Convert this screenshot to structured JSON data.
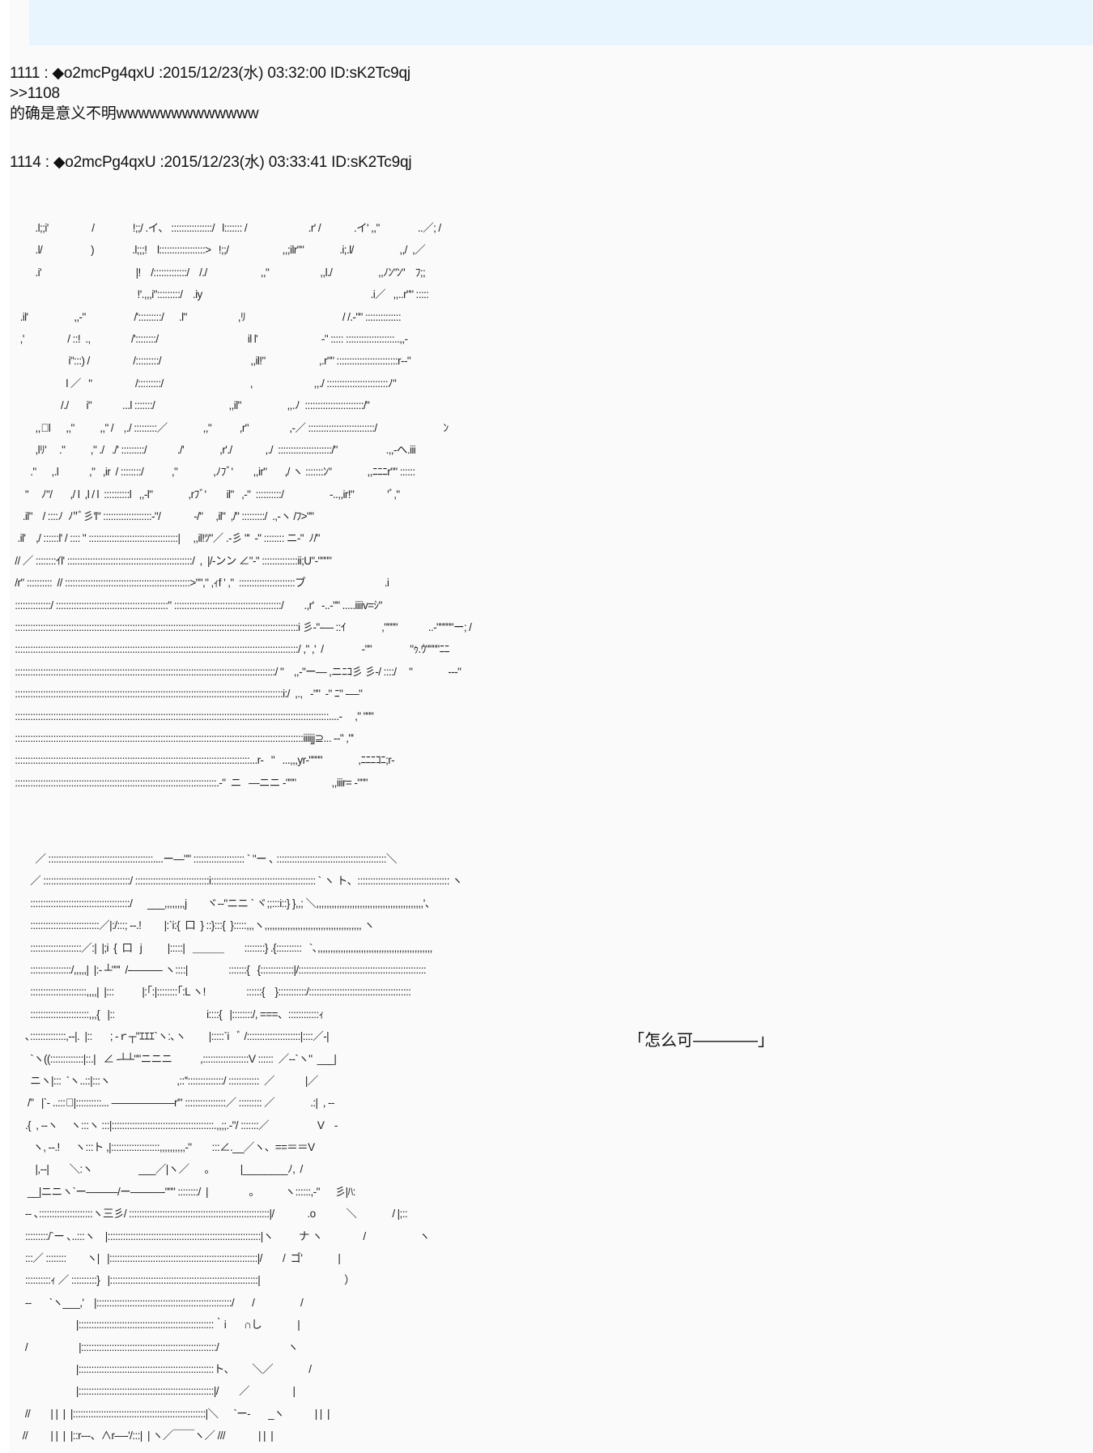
{
  "page": {
    "background": "#fafafa",
    "top_bar_color": "#e8f5fe"
  },
  "posts": [
    {
      "header": "1111 : ◆o2mcPg4qxU :2015/12/23(水) 03:32:00 ID:sK2Tc9qj",
      "number": "1111",
      "trip": "◆o2mcPg4qxU",
      "date": "2015/12/23(水) 03:32:00",
      "id": "ID:sK2Tc9qj",
      "body": [
        ">>1108",
        "的确是意义不明wwwwwwwwwwwww"
      ]
    },
    {
      "header": "1114 : ◆o2mcPg4qxU :2015/12/23(水) 03:33:41 ID:sK2Tc9qj",
      "number": "1114",
      "trip": "◆o2mcPg4qxU",
      "date": "2015/12/23(水) 03:33:41",
      "id": "ID:sK2Tc9qj"
    }
  ],
  "aa_top": [
    "          .l;;i'                 /               !;;/ .イ、 ::::::::::::::::/   l::::::: /                        .r' /             .イ' ,,\"               ..／; /",
    "          .l/                   )               .l;;;!    l::::::::::::::::::>   !;;/                     ,,;ilr\"\"              .i;.l/                  ,,/  ,／",
    "          .i'                                     |!    /:::::::::::::/    /./                     ,,\"                    ,,l./                  ,,ﾉﾝ\"ﾝ\"    ﾌ;;",
    "                                                  !'.,,,i\":::::::::/    .iy                                                                  .i／   ,,..r\"\" :::::",
    "    .il'                  ,,-\"                   /':::::::::/      .l\"                    ,ﾘ                                      / /.-\"\" ::::::::::::::",
    "    ,'                 / ::!  .,                /'::::::::/                                   il l'                         -\" ::::: :::::::::::::::::::..,,-",
    "                       i\":::) /                 /:::::::::/                                   ,,il!\"                     ,.r\"\" ::::::::::::::::::::::::r‐‐\"",
    "                      l ／   \"                 /:::::::::/                                  ,                        ,,./ ::::::::::::::::::::::::ﾉ\"",
    "                    /./       i\"            ...l :::::::/                             ,,il\"                  ,,.ﾉ  :::::::::::::::::::::::/\"",
    "          ,,ﾞl      ,,\"          ,,\" /    ,./ :::::::::／              ,,\"           ,r\"                ,-／ ::::::::::::::::::::::::::/                          ﾝ",
    "          ,lﾘ'     .\"          ,\" ./   ./' :::::::::/            ./'              ,r'./             ,./  :::::::::::::::::::::/\"                   .,,-へ.iii",
    "        .\"      ,.l            ,\"   ,ir  / ::::::::/           ,\"              ,ﾉﾌﾞ'        ,,ir\"       ,/ ヽ :::::::ﾝ\"              ,,ﾆﾆﾆr\"\" ::::::",
    "      \"     ﾉ\"/       ,/ l  ,l / l  ::::::::::l   ,,-l\"              ,rﾌﾞ'        il\"   ,-\"  ::::::::::/                  -..,,ir!\"             'ﾞ,\"",
    "     .il\"    / ::::ﾉ  ﾉ\"ﾞ彡'l\" :::::::::::::::::::-\"/             -/\"     ,il\"  ,/\" :::::::::/  .,-ヽ /ﾌ>\"\"",
    "   .il'    ,/ ::::::l' / :::: \" :::::::::::::::::::::::::::::::::::|     ,,il!ﾂ\"／ .-彡 \"'  -\" :::::::: ニ‐\"  ﾉ/\"",
    "  // ／ ::::::::ｲl' :::::::::::::::::::::::::::::::::::::::::::::::::/  ,  |/-ンン ∠\"-\" ::::::::::::::ii;U\"-\"\"\"\"",
    "  /r\" ::::::::::  // :::::::::::::::::::::::::::::::::::::::::::::::::>\"\",\" ,ｨf ' ,\"  ::::::::::::::::::::::ブ                               .i",
    "  ::::::::::::::/ ::::::::::::::::::::::::::::::::::::::::::::\" ::::::::::::::::::::::::::::::::::::::::::/        .,r'   ‐..‐\"\" .....iiiiv=ｼ\"",
    "  :::::::::::::::::::::::::::::::::::::::::::::::::::::::::::::::::::::::::::::::::::::::::::::::::::::::::::::::i 彡‐\"‐― ::ｲ              ,\"\"\"\"            ..‐\"\"\"\"\"ー; /",
    "  :::::::::::::::::::::::::::::::::::::::::::::::::::::::::::::::::::::::::::::::::::::::::::::::::::::::::::::::/ ,\" ,'  /               -\"\"               \"ｩ.ｳ\"\"\"\"ﾆﾆ",
    "  ::::::::::::::::::::::::::::::::::::::::::::::::::::::::::::::::::::::::::::::::::::::::::::::::::::::/ \"    ,,‐\"ー― ,ニﾆｺ彡 彡-/ ::::/     \"              ‐‐‐\"",
    "  :::::::::::::::::::::::::::::::::::::::::::::::::::::::::::::::::::::::::::::::::::::::::::::::::::::::::i:/  ,.,   -\"\"  ‐\" ﾆ\" ‐―\"",
    "  :::::::::::::::::::::::::::::::::::::::::::::::::::::::::::::::::::::::::::::::::::::::::::::::::::::::::::::::::::::::::::....-     ,\" \"\"\"",
    "  :::::::::::::::::::::::::::::::::::::::::::::::::::::::::::::::::::::::::::::::::::::::::::::::::::::::::::::::::iiiijj⊇... ‐‐\" ,\"'",
    "  ::::::::::::::::::::::::::::::::::::::::::::::::::::::::::::::::::::::::::::::::::::::::::::...r‐   \"   ...,,,yr‐\"\"\"\"              ,ﾆﾆﾆｺﾆ;r‐",
    "  :::::::::::::::::::::::::::::::::::::::::::::::::::::::::::::::::::::::::::::::.-\"  ニ   ―ニニ ‐\"\"\"              ,,iiir= ‐\"\"\""
  ],
  "aa_bottom": [
    "          ／ :::::::::::::::::::::::::::::::::::::::::....ー―\"\" :::::::::::::::::::: ` \"ー ､ :::::::::::::::::::::::::::::::::::::::::::＼",
    "        ／ ::::::::::::::::::::::::::::::::::/ :::::::::::::::::::::::::::::i::::::::::::::::::::::::::::::::::::::::: ` ヽ ト、:::::::::::::::::::::::::::::::::::: ヽ",
    "        :::::::::::::::::::::::::::::::::::::::/      ___,,,,,,,,j        ヾ‐‐\"ニニ ` ヾ;;:::i::} },,; ＼,,,,,,,,,,,,,,,,,,,,,,,,,,,,,,,,,,,,,,,,,,'、",
    "        :::::::::::::::::::::::::::／|:/:::; ‐‐.!         |:`i:{  口  } ::}:::{  }:::::,,,ヽ,,,,,,,,,,,,,,,,,,,,,,,,,,,,,,,,,,,,,, ヽ",
    "        ::::::::::::::::::::／:|  |;i  {  口   j          |:::::|   ＿＿＿        ::::::::} .{::::::::::   `､,,,,,,,,,,,,,,,,,,,,,,,,,,,,,,,,,,,,,,,,,,,,,",
    "        ::::::::::::::::/,,,,,|  |:‐ ┴\"\"'  /‐――― ヽ::::|                :::::::{   {:::::::::::::|/::::::::::::::::::::::::::::::::::::::::::::::::::",
    "        ::::::::::::::::::::::,,,,|  |:::           |:｢:|::::::::｢:L ヽ!                ::::::{    }:::::::::::/::::::::::::::::::::::::::::::::::::::::",
    "        :::::::::::::::::::::::,,,{   |::                                    i::::{   |::::::::/, ===、::::::::::::ｨ",
    "      ､::::::::::::::,‐‐|.  |::       ; ‐ｒ┬\"ｴｴｴ`ヽ:､ヽ         |:::::`i   ﾞ /:::::::::::::::::::::|::::／‐|",
    "        `ヽ((:::::::::::::|::.|   ∠ -┴┴\"\"ニニニ           ,::::::::::::::::::V ::::::  ／‐‐`ヽ\"  ___|",
    "        ニヽ|:::  `ヽ..::|:::ヽ                          ,::''::::::::::::::/ ::::::::::::  ／            |／",
    "       /\"   |`‐ ..:::ﾞ|::::::::::... ――――――r'\" ::::::::::::::::／ ::::::::: ／              .:|  , ‐‐",
    "      .{  , ‐‐ヽ     ヽ:::ヽ :::|::::::::::::::::::::::::::::::::::::::::.,,;;.-\"/ :::::::／                   V    ‐",
    "         ヽ, ‐‐.!      ヽ:::ト ,|:::::::::::::::::::,,,,,,,,,,-\"        :::∠.__／ヽ、==＝＝V",
    "          |,‐‐|        ＼:ヽ                  ___／|ヽ／      。          |________ﾉ,  /",
    "       __|ニニヽ`ー―――/ー―――‐\"\"\" ::::::::/  |                。          ヽ::::::,‐\"      彡|ﾊ:",
    "      ‐‐ ､:::::::::::::::::::::ヽ三彡/ :::::::::::::::::::::::::::::::::::::::::::::::::::::::|/             .o            ＼              / |;::",
    "      :::::::::/`ー ､..:::ヽ    |::::::::::::::::::::::::::::::::::::::::::::::::::::::::::::|ヽ          ナ ヽ                /                     ヽ",
    "      :::／ ::::::::        ヽ|   |::::::::::::::::::::::::::::::::::::::::::::::::::::::::::|/        /  ゴ'              |",
    "      ::::::::::ｨ ／ ::::::::::}   |::::::::::::::::::::::::::::::::::::::::::::::::::::::::::|                                 ）",
    "      ‐‐       `ヽ___,'    |:::::::::::::::::::::::::::::::::::::::::::::::::::::/       /                  /",
    "                          |:::::::::::::::::::::::::::::::::::::::::::::::::::::｀i       ∩し              |",
    "      /                    |:::::::::::::::::::::::::::::::::::::::::::::::::::::/                           ヽ",
    "                          |:::::::::::::::::::::::::::::::::::::::::::::::::::::ト、       ＼／              /",
    "                          |:::::::::::::::::::::::::::::::::::::::::::::::::::::|/        ／                 |",
    "      //        | |  |  |::::::::::::::::::::::::::::::::::::::::::::::::::::|＼      `ー‐       _ヽ            | |  |",
    "     //         | |  |  |::r‐‐-、∧r―‐'/:::|  | ヽ／￣￣ヽ／ ///             | |  |"
  ],
  "dialogue": "「怎么可――――」"
}
